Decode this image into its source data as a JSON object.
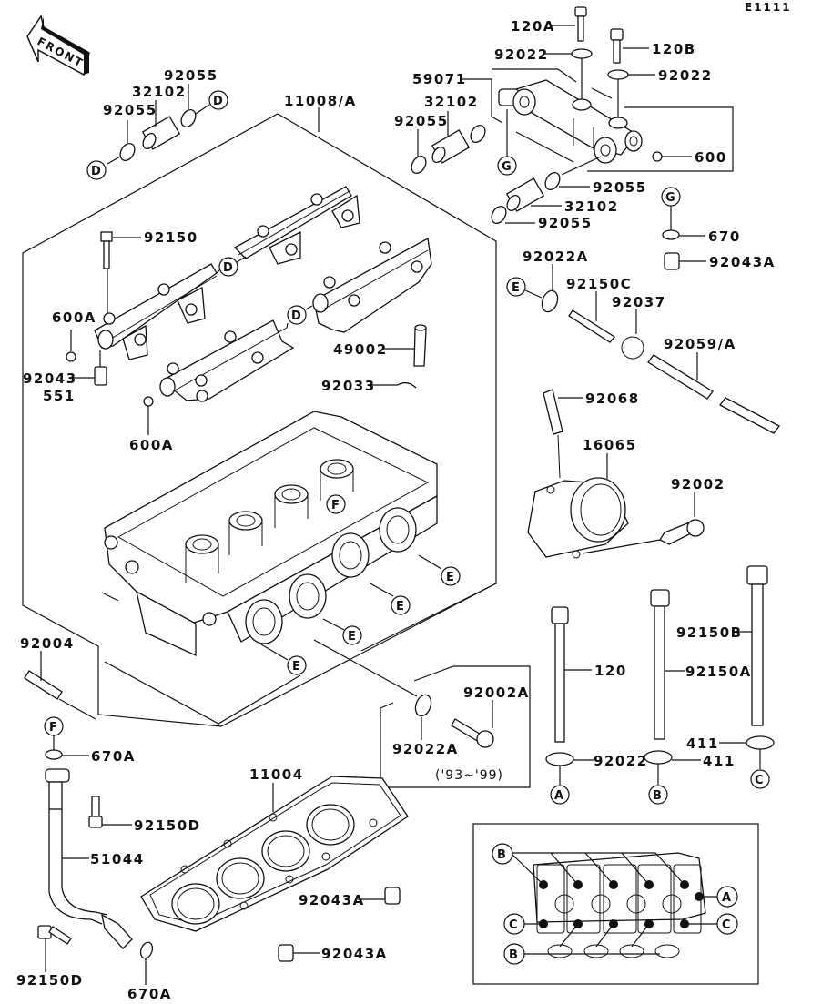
{
  "diagram": {
    "code": "E1111",
    "front_label": "FRONT",
    "year_note": "('93~'99)",
    "labels": {
      "l92055a": "92055",
      "l32102a": "32102",
      "l92055b": "92055",
      "l11008": "11008/A",
      "l120A": "120A",
      "l92022a": "92022",
      "l120B": "120B",
      "l92022b": "92022",
      "l59071": "59071",
      "l32102b": "32102",
      "l92055c": "92055",
      "l600": "600",
      "l92055d": "92055",
      "l32102c": "32102",
      "l92055e": "92055",
      "l670": "670",
      "l92043A_top": "92043A",
      "l92150": "92150",
      "l600A_a": "600A",
      "l92043": "92043",
      "l551": "551",
      "l600A_b": "600A",
      "l49002": "49002",
      "l92033": "92033",
      "l92022A_top": "92022A",
      "l92150C": "92150C",
      "l92037": "92037",
      "l92059": "92059/A",
      "l92068": "92068",
      "l16065": "16065",
      "l92002": "92002",
      "l92004": "92004",
      "l670A_top": "670A",
      "l92022A_bot": "92022A",
      "l92002A": "92002A",
      "l120": "120",
      "l92150A": "92150A",
      "l92150B": "92150B",
      "l411a": "411",
      "l411b": "411",
      "l92022c": "92022",
      "l11004": "11004",
      "l92150D_a": "92150D",
      "l51044": "51044",
      "l92043A_mid": "92043A",
      "l92043A_bot": "92043A",
      "l92150D_b": "92150D",
      "l670A_bot": "670A"
    },
    "refs": {
      "A": "A",
      "B": "B",
      "C": "C",
      "D": "D",
      "E": "E",
      "F": "F",
      "G": "G"
    }
  }
}
